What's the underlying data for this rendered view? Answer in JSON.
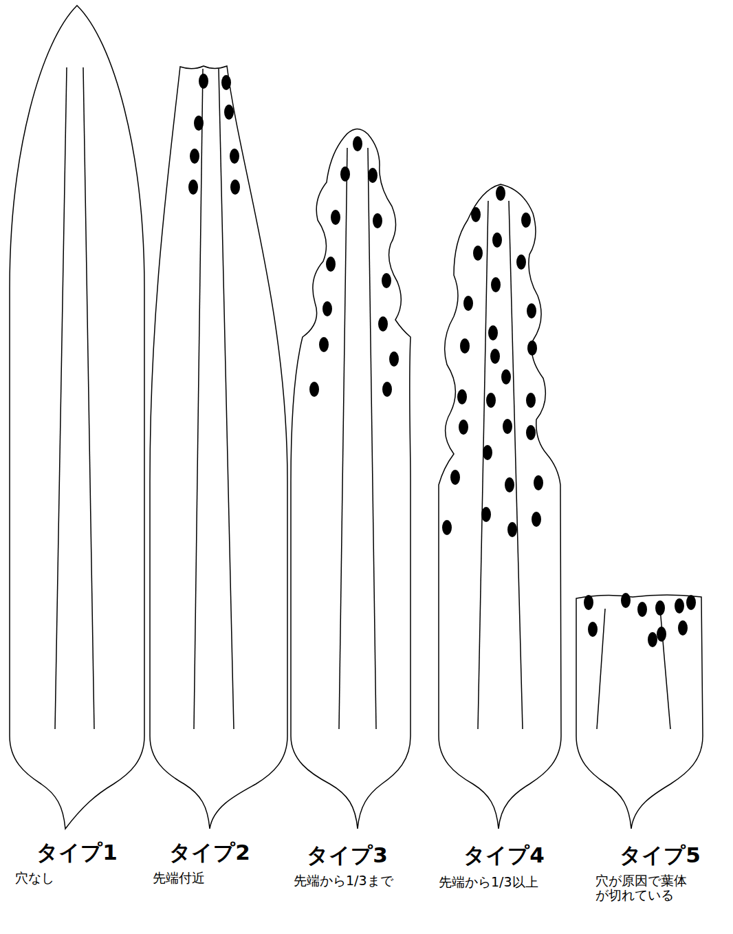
{
  "diagram": {
    "labels": [
      "タイプ1",
      "穴なし",
      "タイプ2",
      "先端付近",
      "タイプ3",
      "先端から1/3まで",
      "タイプ4",
      "先端から1/3以上",
      "タイプ5",
      "穴が原因で葉体が切れている"
    ]
  }
}
